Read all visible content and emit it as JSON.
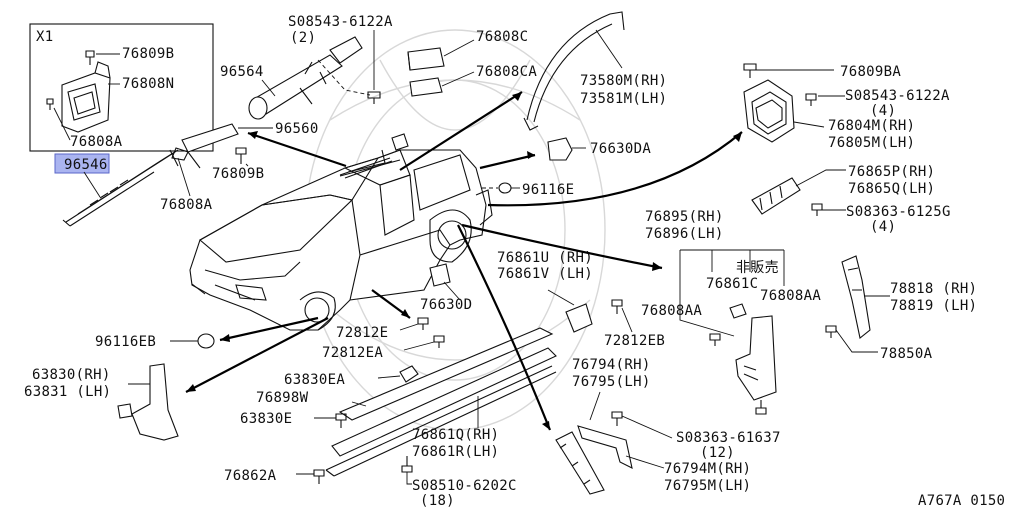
{
  "diagram_id": "A767A 0150",
  "inset": {
    "title": "X1"
  },
  "labels": {
    "p76809B_a": "76809B",
    "p76808N": "76808N",
    "p76808A_a": "76808A",
    "p96546": "96546",
    "p96564": "96564",
    "p96560": "96560",
    "p76809B_b": "76809B",
    "p76808A_b": "76808A",
    "p08543_1": "S08543-6122A",
    "p08543_1q": "(2)",
    "p76808C": "76808C",
    "p76808CA": "76808CA",
    "p73580M": "73580M(RH)",
    "p73581M": "73581M(LH)",
    "p76630DA": "76630DA",
    "p96116E": "96116E",
    "p76809BA": "76809BA",
    "p08543_2": "S08543-6122A",
    "p08543_2q": "(4)",
    "p76804M": "76804M(RH)",
    "p76805M": "76805M(LH)",
    "p76865P": "76865P(RH)",
    "p76865Q": "76865Q(LH)",
    "p08363_1": "S08363-6125G",
    "p08363_1q": "(4)",
    "p76895": "76895(RH)",
    "p76896": "76896(LH)",
    "p76861U": "76861U (RH)",
    "p76861V": "76861V (LH)",
    "p76861C": "76861C",
    "hanbai": "非販売",
    "p76808AA_a": "76808AA",
    "p76808AA_b": "76808AA",
    "p78818": "78818 (RH)",
    "p78819": "78819 (LH)",
    "p78850A": "78850A",
    "p76630D": "76630D",
    "p96116EB": "96116EB",
    "p72812E": "72812E",
    "p72812EA": "72812EA",
    "p72812EB": "72812EB",
    "p63830": "63830(RH)",
    "p63831": "63831 (LH)",
    "p63830EA": "63830EA",
    "p76898W": "76898W",
    "p63830E": "63830E",
    "p76794": "76794(RH)",
    "p76795": "76795(LH)",
    "p08363_2": "S08363-61637",
    "p08363_2q": "(12)",
    "p76861Q": "76861Q(RH)",
    "p76861R": "76861R(LH)",
    "p76794M": "76794M(RH)",
    "p76795M": "76795M(LH)",
    "p76862A": "76862A",
    "p08510": "S08510-6202C",
    "p08510q": "(18)"
  }
}
